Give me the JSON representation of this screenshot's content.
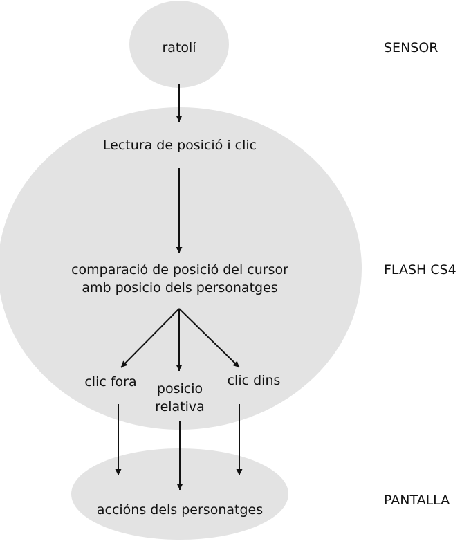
{
  "colors": {
    "ellipse_fill": "#e3e3e3",
    "arrow": "#111111",
    "text": "#111111"
  },
  "nodes": {
    "sensor": "ratolí",
    "read": "Lectura de posició i clic",
    "compare_line1": "comparació de posició del cursor",
    "compare_line2": "amb posicio dels personatges",
    "outside": "clic fora",
    "relative_line1": "posicio",
    "relative_line2": "relativa",
    "inside": "clic dins",
    "actions": "accións dels personatges"
  },
  "layers": {
    "sensor": "SENSOR",
    "flash": "FLASH CS4",
    "screen": "PANTALLA"
  }
}
